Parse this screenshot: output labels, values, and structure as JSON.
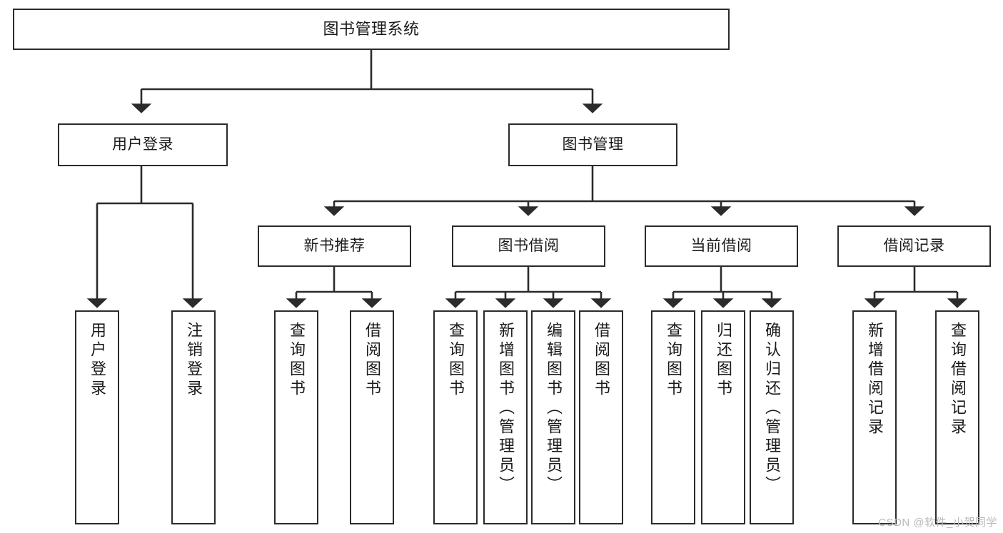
{
  "diagram": {
    "title": "图书管理系统",
    "type": "tree",
    "root": {
      "id": "root",
      "label": "图书管理系统"
    },
    "level1": [
      {
        "id": "user-login",
        "label": "用户登录"
      },
      {
        "id": "book-manage",
        "label": "图书管理"
      }
    ],
    "level2": [
      {
        "id": "new-book-rec",
        "label": "新书推荐",
        "parent": "book-manage"
      },
      {
        "id": "book-borrow",
        "label": "图书借阅",
        "parent": "book-manage"
      },
      {
        "id": "current-borrow",
        "label": "当前借阅",
        "parent": "book-manage"
      },
      {
        "id": "borrow-record",
        "label": "借阅记录",
        "parent": "book-manage"
      }
    ],
    "leaves": [
      {
        "id": "leaf-user-login",
        "label": "用户登录",
        "parent": "user-login"
      },
      {
        "id": "leaf-user-logout",
        "label": "注销登录",
        "parent": "user-login"
      },
      {
        "id": "leaf-query-book-1",
        "label": "查询图书",
        "parent": "new-book-rec"
      },
      {
        "id": "leaf-borrow-book-1",
        "label": "借阅图书",
        "parent": "new-book-rec"
      },
      {
        "id": "leaf-query-book-2",
        "label": "查询图书",
        "parent": "book-borrow"
      },
      {
        "id": "leaf-add-book",
        "label": "新增图书（管理员）",
        "parent": "book-borrow"
      },
      {
        "id": "leaf-edit-book",
        "label": "编辑图书（管理员）",
        "parent": "book-borrow"
      },
      {
        "id": "leaf-borrow-book-2",
        "label": "借阅图书",
        "parent": "book-borrow"
      },
      {
        "id": "leaf-query-book-3",
        "label": "查询图书",
        "parent": "current-borrow"
      },
      {
        "id": "leaf-return-book",
        "label": "归还图书",
        "parent": "current-borrow"
      },
      {
        "id": "leaf-confirm-return",
        "label": "确认归还（管理员）",
        "parent": "current-borrow"
      },
      {
        "id": "leaf-add-record",
        "label": "新增借阅记录",
        "parent": "borrow-record"
      },
      {
        "id": "leaf-query-record",
        "label": "查询借阅记录",
        "parent": "borrow-record"
      }
    ],
    "colors": {
      "stroke": "#2b2b2b",
      "fill": "#ffffff",
      "text": "#1a1a1a",
      "watermark": "#b9b9b9"
    }
  },
  "watermark": {
    "text": "CSDN @软件_小贺同学"
  }
}
